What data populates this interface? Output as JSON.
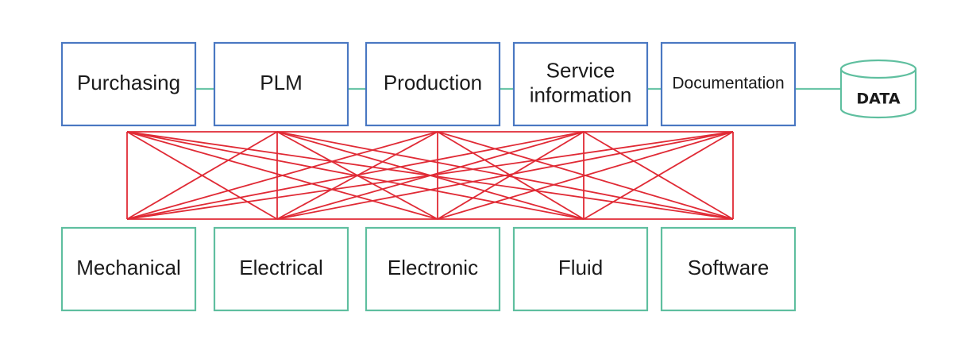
{
  "top_row": [
    {
      "id": "purchasing",
      "lines": [
        "Purchasing"
      ]
    },
    {
      "id": "plm",
      "lines": [
        "PLM"
      ]
    },
    {
      "id": "production",
      "lines": [
        "Production"
      ]
    },
    {
      "id": "service-information",
      "lines": [
        "Service",
        "information"
      ]
    },
    {
      "id": "documentation",
      "lines": [
        "Documentation"
      ]
    }
  ],
  "bottom_row": [
    {
      "id": "mechanical",
      "lines": [
        "Mechanical"
      ]
    },
    {
      "id": "electrical",
      "lines": [
        "Electrical"
      ]
    },
    {
      "id": "electronic",
      "lines": [
        "Electronic"
      ]
    },
    {
      "id": "fluid",
      "lines": [
        "Fluid"
      ]
    },
    {
      "id": "software",
      "lines": [
        "Software"
      ]
    }
  ],
  "data_store": {
    "label": "DATA"
  },
  "colors": {
    "top_border": "#4a78c2",
    "bottom_border": "#5fbf9f",
    "top_connector": "#6cc5a8",
    "cross_lines": "#e02a35",
    "data_border": "#5fbf9f"
  }
}
